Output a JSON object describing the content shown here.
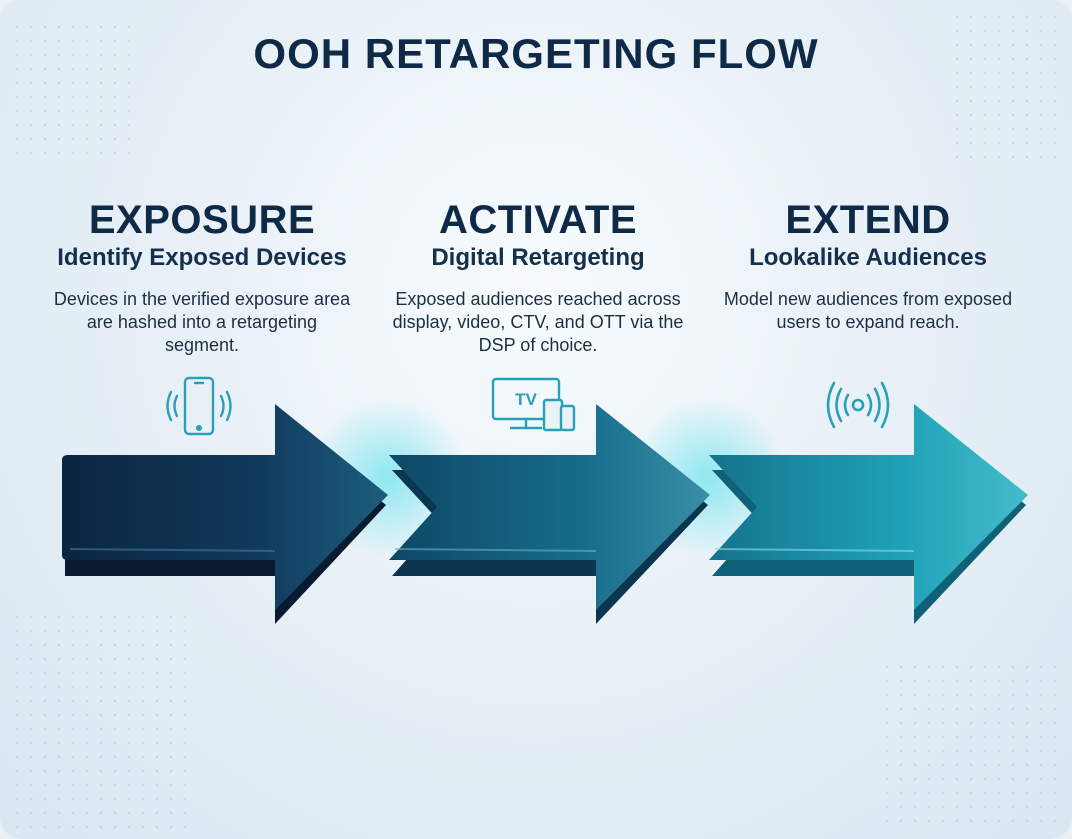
{
  "title": "OOH RETARGETING FLOW",
  "steps": [
    {
      "heading": "EXPOSURE",
      "subheading": "Identify Exposed Devices",
      "description": "Devices in the verified exposure area are hashed into a retargeting segment.",
      "icon": "phone-signal-icon"
    },
    {
      "heading": "ACTIVATE",
      "subheading": "Digital Retargeting",
      "description": "Exposed audiences reached across display, video, CTV, and OTT via the DSP of choice.",
      "icon": "tv-devices-icon",
      "icon_label": "TV"
    },
    {
      "heading": "EXTEND",
      "subheading": "Lookalike Audiences",
      "description": "Model new audiences from exposed users to expand reach.",
      "icon": "broadcast-signal-icon"
    }
  ],
  "colors": {
    "title": "#0f2a47",
    "arrow_1": "#0e2d4c",
    "arrow_2": "#14607f",
    "arrow_3": "#1b9db0",
    "icon": "#2a9fb8"
  }
}
